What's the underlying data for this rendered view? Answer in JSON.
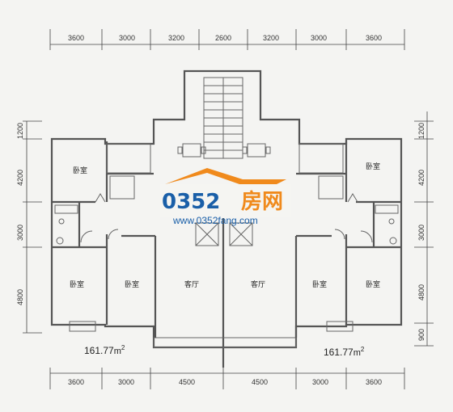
{
  "dimensions": {
    "top": [
      "3600",
      "3000",
      "3200",
      "2600",
      "3200",
      "3000",
      "3600"
    ],
    "bottom": [
      "3600",
      "3000",
      "4500",
      "4500",
      "3000",
      "3600"
    ],
    "left": [
      "1200",
      "4200",
      "3000",
      "4800"
    ],
    "right": [
      "1200",
      "4200",
      "3000",
      "4800",
      "900"
    ]
  },
  "rooms": {
    "bedroom": "卧室",
    "living": "客厅"
  },
  "areas": {
    "left_value": "161.77",
    "right_value": "161.77",
    "unit": "m",
    "sup": "2"
  },
  "watermark": {
    "brand_num": "0352",
    "brand_cn": "房网",
    "url": "www.0352fang.com"
  },
  "colors": {
    "wall": "#555555",
    "logo_blue": "#1a5fa8",
    "logo_orange": "#f08a1c"
  }
}
